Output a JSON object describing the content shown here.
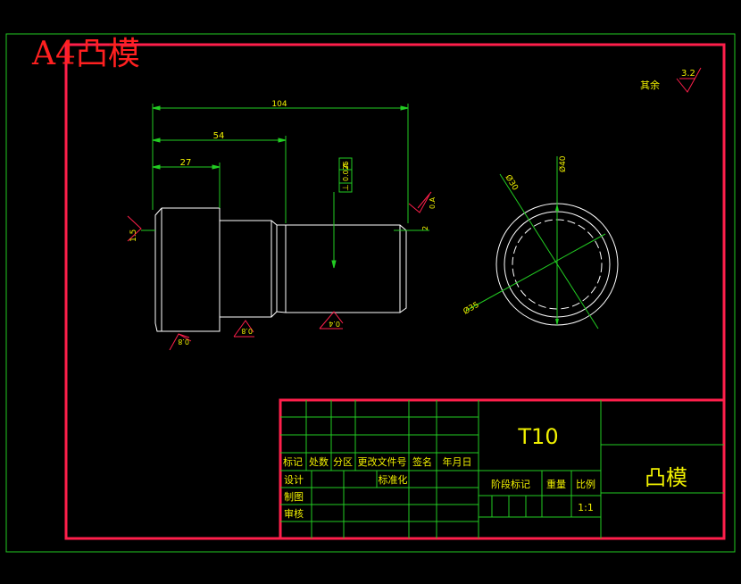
{
  "sheet": {
    "format_title": "A4凸模",
    "roughness_note": "其余",
    "roughness_default": "3.2"
  },
  "dimensions": {
    "overall_length": "104",
    "length_54": "54",
    "length_27": "27",
    "chamfer_left": "1.5",
    "chamfer_right": "2",
    "perpendicularity": "0.025",
    "perp_symbol": "⊥",
    "datum_letter": "A",
    "datum_label": "0.A",
    "surface_marks": [
      "0.8",
      "0.8",
      "0.4"
    ],
    "dia_40": "Ø40",
    "dia_30": "Ø30",
    "dia_35": "Ø35"
  },
  "title_block": {
    "material": "T10",
    "part_name": "凸模",
    "header_cells": [
      "标记",
      "处数",
      "分区",
      "更改文件号",
      "签名",
      "年月日"
    ],
    "design": "设计",
    "standardize": "标准化",
    "drawing": "制图",
    "review": "审核",
    "stage_mark": "阶段标记",
    "weight": "重量",
    "ratio": "比例",
    "scale": "1:1"
  },
  "colors": {
    "background": "#000000",
    "frame_green": "#22cc22",
    "border_red": "#ff1f4b",
    "outline_white": "#ffffff",
    "title_red": "#ff2020",
    "text_yellow": "#f0f000"
  }
}
